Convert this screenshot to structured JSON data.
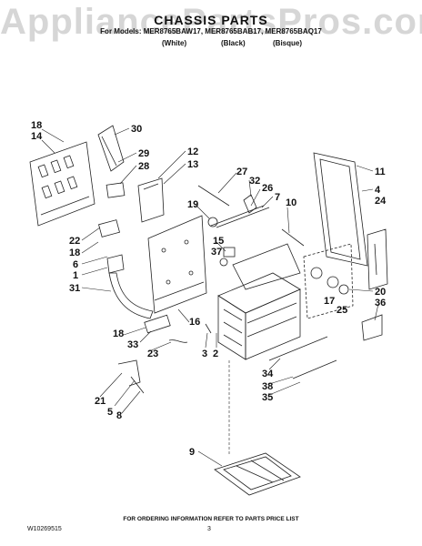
{
  "watermark": "AppliancePartsPros.com",
  "header": {
    "title": "CHASSIS PARTS",
    "models_line": "For Models: MER8765BAW17, MER8765BAB17, MER8765BAQ17",
    "color_white": "(White)",
    "color_black": "(Black)",
    "color_bisque": "(Bisque)"
  },
  "callouts": [
    "18",
    "14",
    "30",
    "29",
    "28",
    "12",
    "13",
    "27",
    "32",
    "26",
    "19",
    "7",
    "11",
    "4",
    "24",
    "10",
    "22",
    "18",
    "6",
    "15",
    "37",
    "1",
    "31",
    "17",
    "20",
    "36",
    "25",
    "16",
    "18",
    "33",
    "23",
    "3",
    "2",
    "34",
    "38",
    "35",
    "21",
    "5",
    "8",
    "9"
  ],
  "footer": {
    "ordering_info": "FOR ORDERING INFORMATION REFER TO PARTS PRICE LIST",
    "doc_number": "W10269515",
    "page_number": "3"
  }
}
